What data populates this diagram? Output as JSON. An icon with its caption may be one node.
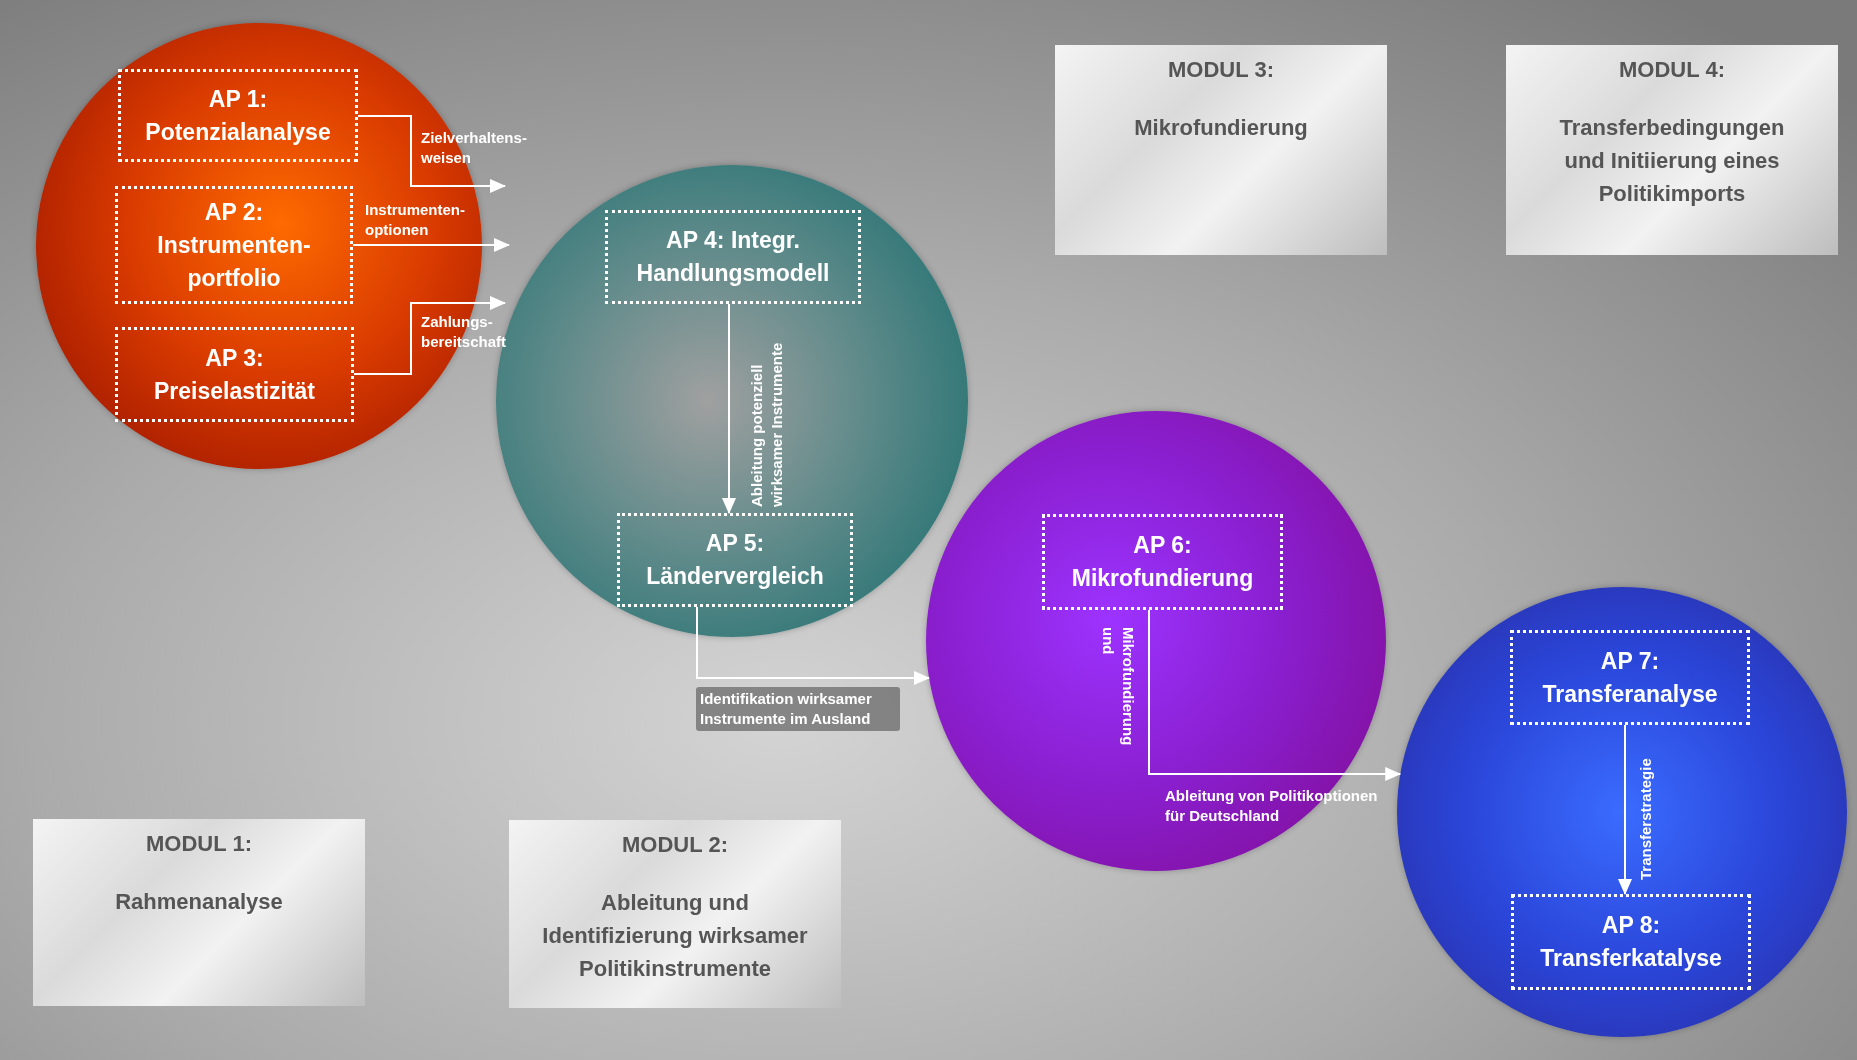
{
  "diagram": {
    "nodes": [
      {
        "text": [],
        "shape": "circle"
      },
      {
        "text": [
          "AP 1:",
          "Potenzialanalyse"
        ],
        "in": 0
      },
      {
        "text": [
          "AP 2:",
          "Instrumenten- portfolio"
        ],
        "in": 0
      },
      {
        "text": [
          "AP 3:",
          "Preiselastizität"
        ],
        "in": 0
      },
      {
        "text": [
          "MODUL 3:",
          "Mikrofundierung"
        ]
      },
      {
        "text": [
          "MODUL 4:",
          "Transferbedingungen und Initiierung eines Politikimports"
        ]
      },
      {
        "text": [],
        "shape": "circle"
      },
      {
        "text": [
          "AP 4: Integr.",
          "Handlungsmodell"
        ],
        "in": 6
      },
      {
        "text": [
          "AP 5:",
          "Ländervergleich"
        ],
        "in": 6
      },
      {
        "text": [],
        "shape": "circle"
      },
      {
        "text": [
          "AP 6:",
          "Mikrofundierung"
        ],
        "in": 9
      },
      {
        "text": [],
        "shape": "circle"
      },
      {
        "text": [
          "AP 7:",
          "Transferanalyse"
        ],
        "in": 11
      },
      {
        "text": [
          "AP 8:",
          "Transferkatalyse"
        ],
        "in": 11
      },
      {
        "text": [
          "MODUL 1:",
          "Rahmenanalyse"
        ]
      },
      {
        "text": [
          "MODUL 2:",
          "Ableitung und Identifizierung wirksamer Politikinstrumente"
        ]
      }
    ],
    "edges": [
      {
        "from": 1,
        "to": null,
        "arrow": "to",
        "label": "Zielverhaltens- weisen"
      },
      {
        "from": 2,
        "to": null,
        "arrow": "to",
        "label": "Instrumenten- optionen"
      },
      {
        "from": 3,
        "to": null,
        "arrow": "to",
        "label": "Zahlungs- bereitschaft"
      },
      {
        "from": 7,
        "to": 8,
        "arrow": "to",
        "label": "Ableitung potenziell wirksamer Instrumente"
      },
      {
        "from": 8,
        "to": 9,
        "arrow": "to",
        "label": "Identifikation wirksamer Instrumente im Ausland"
      },
      {
        "from": 10,
        "to": 11,
        "arrow": "to",
        "label": "Ableitung von Politikoptionen für Deutschland"
      },
      {
        "from": 12,
        "to": 13,
        "arrow": "to",
        "label": "Transferstrategie"
      }
    ],
    "labels": [
      "Mikrofundierung und"
    ]
  }
}
